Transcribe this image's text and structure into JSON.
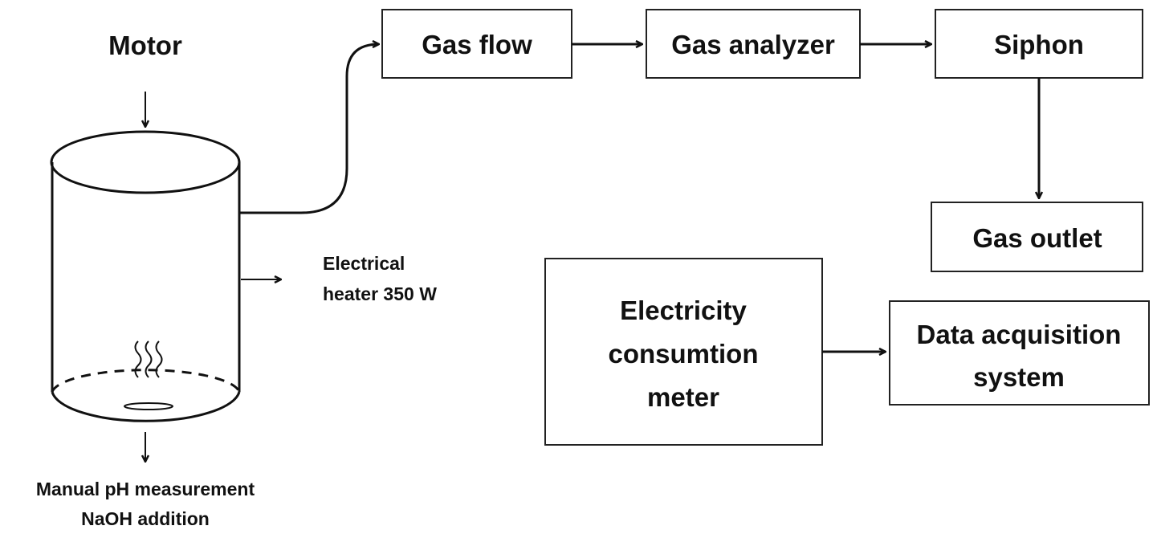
{
  "labels": {
    "motor": "Motor",
    "electrical_heater_line1": "Electrical",
    "electrical_heater_line2": "heater 350 W",
    "manual_ph_line1": "Manual pH measurement",
    "manual_ph_line2": "NaOH addition"
  },
  "boxes": {
    "gas_flow": "Gas flow",
    "gas_analyzer": "Gas analyzer",
    "siphon": "Siphon",
    "gas_outlet": "Gas outlet",
    "electricity_meter_line1": "Electricity",
    "electricity_meter_line2": "consumtion",
    "electricity_meter_line3": "meter",
    "data_acquisition_line1": "Data acquisition",
    "data_acquisition_line2": "system"
  },
  "colors": {
    "stroke": "#111111",
    "background": "#ffffff"
  }
}
